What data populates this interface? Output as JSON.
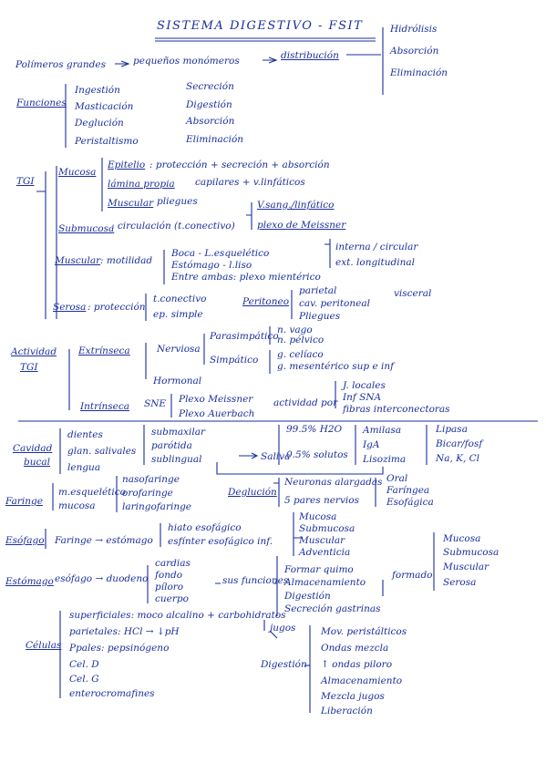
{
  "ink_color": "#1a2f9c",
  "title": "SISTEMA DIGESTIVO - FSIT",
  "top": {
    "left": "Polímeros grandes",
    "middle": "pequeños monómeros",
    "right": "distribución",
    "branches": [
      "Hidrólisis",
      "Absorción",
      "Eliminación"
    ]
  },
  "funciones": {
    "label": "Funciones",
    "col1": [
      "Ingestión",
      "Masticación",
      "Deglución",
      "Peristaltismo"
    ],
    "col2": [
      "Secreción",
      "Digestión",
      "Absorción",
      "Eliminación"
    ]
  },
  "tgi": {
    "label": "TGI",
    "mucosa": {
      "label": "Mucosa",
      "epitelio": "Epitelio",
      "epitelio_desc": ": protección + secreción + absorción",
      "lamina": "lámina propia",
      "lamina_desc": "capilares + v.linfáticos",
      "muscular": "Muscular",
      "muscular_desc": "pliegues"
    },
    "submucosa": {
      "label": "Submucosa",
      "desc": ": circulación (t.conectivo)",
      "branch1": "V.sang./linfático",
      "branch2": "plexo de Meissner"
    },
    "muscular": {
      "label": "Muscular",
      "desc": ": motilidad",
      "rows": [
        "Boca - L.esquelético",
        "Estómago - l.liso",
        "Entre ambas: plexo mientérico"
      ],
      "capas": [
        "interna / circular",
        "ext. longitudinal"
      ]
    },
    "serosa": {
      "label": "Serosa",
      "desc": ": protección",
      "rows": [
        "t.conectivo",
        "ep. simple"
      ],
      "peritoneo": "Peritoneo",
      "peritoneo_items": [
        "parietal",
        "cav. peritoneal",
        "Pliegues"
      ],
      "visceral": "visceral"
    }
  },
  "actividad": {
    "label1": "Actividad",
    "label2": "TGI",
    "extrinseca": "Extrínseca",
    "nerviosa": "Nerviosa",
    "parasimpatico": "Parasimpático",
    "parasimpatico_items": [
      "n. vago",
      "n. pélvico"
    ],
    "simpatico": "Simpático",
    "simpatico_items": [
      "g. celíaco",
      "g. mesentérico sup e inf"
    ],
    "hormonal": "Hormonal",
    "intrinseca": "Intrínseca",
    "sne": "SNE",
    "plexos": [
      "Plexo Meissner",
      "Plexo Auerbach"
    ],
    "actividad_por": "actividad por",
    "actividad_items": [
      "J. locales",
      "Inf SNA",
      "fibras interconectoras"
    ]
  },
  "cavidad": {
    "label1": "Cavidad",
    "label2": "bucal",
    "organos": [
      "dientes",
      "glan. salivales",
      "lengua"
    ],
    "glandulas": [
      "submaxilar",
      "parótida",
      "sublingual"
    ],
    "saliva": "Saliva",
    "composicion": [
      "99.5% H2O",
      "0.5% solutos"
    ],
    "solutos": [
      "Amilasa",
      "IgA",
      "Lisozima"
    ],
    "iones": [
      "Lipasa",
      "Bicar/fosf",
      "Na, K, Cl"
    ]
  },
  "faringe": {
    "label": "Faringe",
    "tipo": [
      "m.esquelético",
      "mucosa"
    ],
    "partes": [
      "nasofaringe",
      "orofaringe",
      "laringofaringe"
    ],
    "deglucion": "Deglución",
    "fases_a": [
      "Neuronas alargadas",
      "5 pares nervios"
    ],
    "fases_b": [
      "Oral",
      "Faríngea",
      "Esofágica"
    ]
  },
  "esofago": {
    "label": "Esófago",
    "desc": "Faringe → estómago",
    "rows": [
      "hiato esofágico",
      "esfínter esofágico inf."
    ],
    "capas": [
      "Mucosa",
      "Submucosa",
      "Muscular",
      "Adventicia"
    ]
  },
  "estomago": {
    "label": "Estómago",
    "desc": "esófago → duodeno",
    "partes": [
      "cardias",
      "fondo",
      "píloro",
      "cuerpo"
    ],
    "funciones_label": "sus funciones",
    "funciones": [
      "Formar quimo",
      "Almacenamiento",
      "Digestión",
      "Secreción gastrinas"
    ],
    "formado": "formado",
    "capas": [
      "Mucosa",
      "Submucosa",
      "Muscular",
      "Serosa"
    ]
  },
  "celulas": {
    "label": "Células",
    "items": [
      "superficiales: moco alcalino + carbohidratos",
      "parietales: HCl → ↓pH",
      "Ppales: pepsinógeno",
      "Cel. D",
      "Cel. G",
      "enterocromafines"
    ],
    "jugos": "jugos",
    "digestion": "Digestión",
    "digestion_items": [
      "Mov. peristálticos",
      "Ondas mezcla",
      "↑ ondas piloro",
      "Almacenamiento",
      "Mezcla jugos",
      "Liberación"
    ]
  }
}
